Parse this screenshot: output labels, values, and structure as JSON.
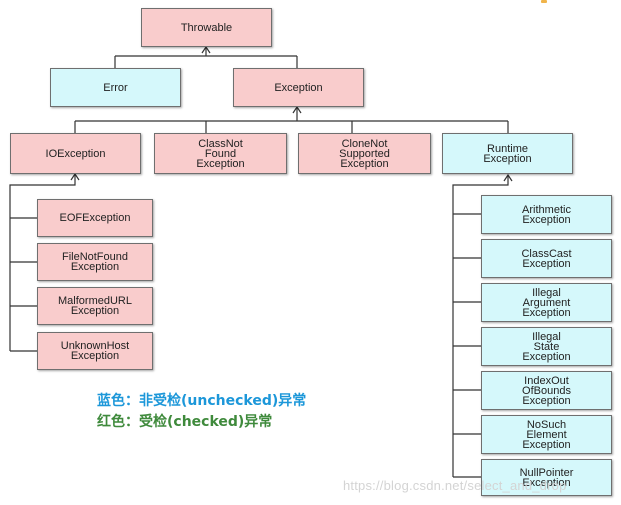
{
  "nodes": {
    "throwable": "Throwable",
    "error": "Error",
    "exception": "Exception",
    "ioexception": "IOException",
    "classnotfound": "ClassNot\nFound\nException",
    "clonenotsupported": "CloneNot\nSupported\nException",
    "runtime": "Runtime\nException",
    "eof": "EOFException",
    "filenotfound": "FileNotFound\nException",
    "malformedurl": "MalformedURL\nException",
    "unknownhost": "UnknownHost\nException",
    "arithmetic": "Arithmetic\nException",
    "classcast": "ClassCast\nException",
    "illegalargument": "Illegal\nArgument\nException",
    "illegalstate": "Illegal\nState\nException",
    "indexoutofbounds": "IndexOut\nOfBounds\nException",
    "nosuchelement": "NoSuch\nElement\nException",
    "nullpointer": "NullPointer\nException"
  },
  "legend": {
    "blue": "蓝色：非受检(unchecked)异常",
    "red": "红色：受检(checked)异常"
  },
  "watermark": "https://blog.csdn.net/select_and_drop",
  "colors": {
    "checked": "#f9cccc",
    "unchecked": "#d5f8fb",
    "legend_blue": "#1c97d9",
    "legend_green": "#3f8a3c"
  }
}
